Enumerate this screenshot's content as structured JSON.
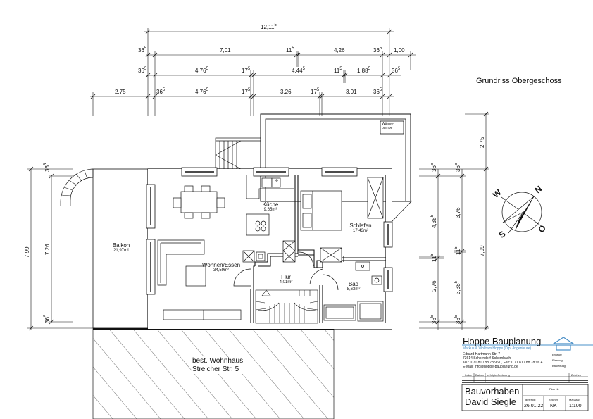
{
  "drawing": {
    "title": "Grundriss Obergeschoss",
    "colors": {
      "line": "#111111",
      "accent": "#4a90c8",
      "hatch": "#333333",
      "background": "#ffffff"
    }
  },
  "dimensions_top": {
    "overall": {
      "main": "12,11",
      "sup": "5"
    },
    "row1": [
      {
        "main": "36",
        "sup": "5"
      },
      {
        "main": "7,01",
        "sup": ""
      },
      {
        "main": "11",
        "sup": "5"
      },
      {
        "main": "4,26",
        "sup": ""
      },
      {
        "main": "36",
        "sup": "5"
      },
      {
        "main": "1,00",
        "sup": ""
      }
    ],
    "row2": [
      {
        "main": "36",
        "sup": "5"
      },
      {
        "main": "4,76",
        "sup": "5"
      },
      {
        "main": "17",
        "sup": "5"
      },
      {
        "main": "4,44",
        "sup": "5"
      },
      {
        "main": "11",
        "sup": "5"
      },
      {
        "main": "1,88",
        "sup": "5"
      },
      {
        "main": "36",
        "sup": "5"
      }
    ],
    "row3": [
      {
        "main": "2,75",
        "sup": ""
      },
      {
        "main": "36",
        "sup": "5"
      },
      {
        "main": "4,76",
        "sup": "5"
      },
      {
        "main": "17",
        "sup": "5"
      },
      {
        "main": "3,26",
        "sup": ""
      },
      {
        "main": "17",
        "sup": "5"
      },
      {
        "main": "3,01",
        "sup": ""
      },
      {
        "main": "36",
        "sup": "5"
      }
    ]
  },
  "dimensions_left": {
    "outer": {
      "main": "7,99",
      "sup": ""
    },
    "inner": {
      "main": "7,26",
      "sup": ""
    },
    "top": {
      "main": "36",
      "sup": "5"
    },
    "bottom": {
      "main": "36",
      "sup": "5"
    }
  },
  "dimensions_right": {
    "col1": [
      {
        "main": "36",
        "sup": "5"
      },
      {
        "main": "4,38",
        "sup": "5"
      },
      {
        "main": "11",
        "sup": "5"
      },
      {
        "main": "2,76",
        "sup": ""
      },
      {
        "main": "36",
        "sup": "5"
      }
    ],
    "col2": [
      {
        "main": "36",
        "sup": "5"
      },
      {
        "main": "3,76",
        "sup": ""
      },
      {
        "main": "11",
        "sup": "5"
      },
      {
        "main": "3,38",
        "sup": "5"
      },
      {
        "main": "36",
        "sup": "5"
      }
    ],
    "col3": [
      {
        "main": "2,75",
        "sup": ""
      },
      {
        "main": "7,99",
        "sup": ""
      }
    ]
  },
  "rooms": [
    {
      "id": "balkon",
      "name": "Balkon",
      "area": "21,97m²"
    },
    {
      "id": "kueche",
      "name": "Küche",
      "area": "9,65m²"
    },
    {
      "id": "wohnen",
      "name": "Wohnen/Essen",
      "area": "34,59m²"
    },
    {
      "id": "flur",
      "name": "Flur",
      "area": "4,01m²"
    },
    {
      "id": "schlafen",
      "name": "Schlafen",
      "area": "17,43m²"
    },
    {
      "id": "bad",
      "name": "Bad",
      "area": "8,63m²"
    }
  ],
  "labels": {
    "heatpump_line1": "Wärme-",
    "heatpump_line2": "pumpe",
    "neighbor_line1": "best. Wohnhaus",
    "neighbor_line2": "Streicher Str. 5"
  },
  "compass": {
    "n": "N",
    "s": "S",
    "w": "W",
    "o": "O"
  },
  "title_block": {
    "company": "Hoppe Bauplanung",
    "owners": "Markus & Wolfram Hoppe (Dipl.-Ingenieure)",
    "street": "Eduard-Hartmann-Str. 7",
    "city": "73614 Schorndorf-Schornbach",
    "phone": "Tel.: 0 71 81 / 88 78 96 0, Fax: 0 71 81 / 88 78 96 4",
    "email": "E-Mail: info@hoppe-bauplanung.de",
    "services": [
      "Entwurf",
      "Planung",
      "Bauleitung"
    ],
    "revision_headers": {
      "index": "Index",
      "date": "Datum",
      "change": "erfolgte Änderung",
      "drawn": "Zeichen"
    },
    "project_line1": "Bauvorhaben",
    "project_line2": "David Siegle",
    "plan_no_label": "Plan Nr.",
    "plan_no_value": "",
    "date_label": "gefertigt",
    "date_value": "26.01.22",
    "drawn_label": "Zeichen",
    "drawn_value": "NK",
    "scale_label": "Maßstab",
    "scale_value": "1:100"
  }
}
